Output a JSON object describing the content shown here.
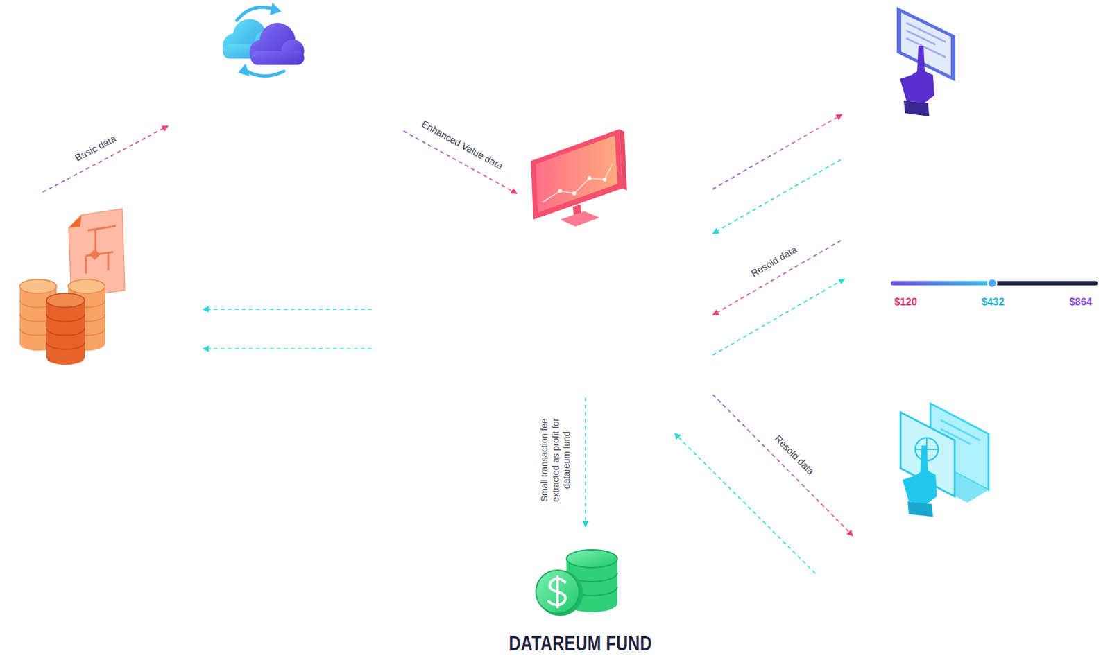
{
  "diagram": {
    "nodes": [
      {
        "text": [
          "DATAREUM FUND"
        ]
      }
    ],
    "labels": [
      "Basic data",
      "Enhanced Value data",
      "Resold data",
      "Resold data",
      "Small transaction fee extracted as profit for datareum fund",
      "$120",
      "$432",
      "$864"
    ]
  }
}
